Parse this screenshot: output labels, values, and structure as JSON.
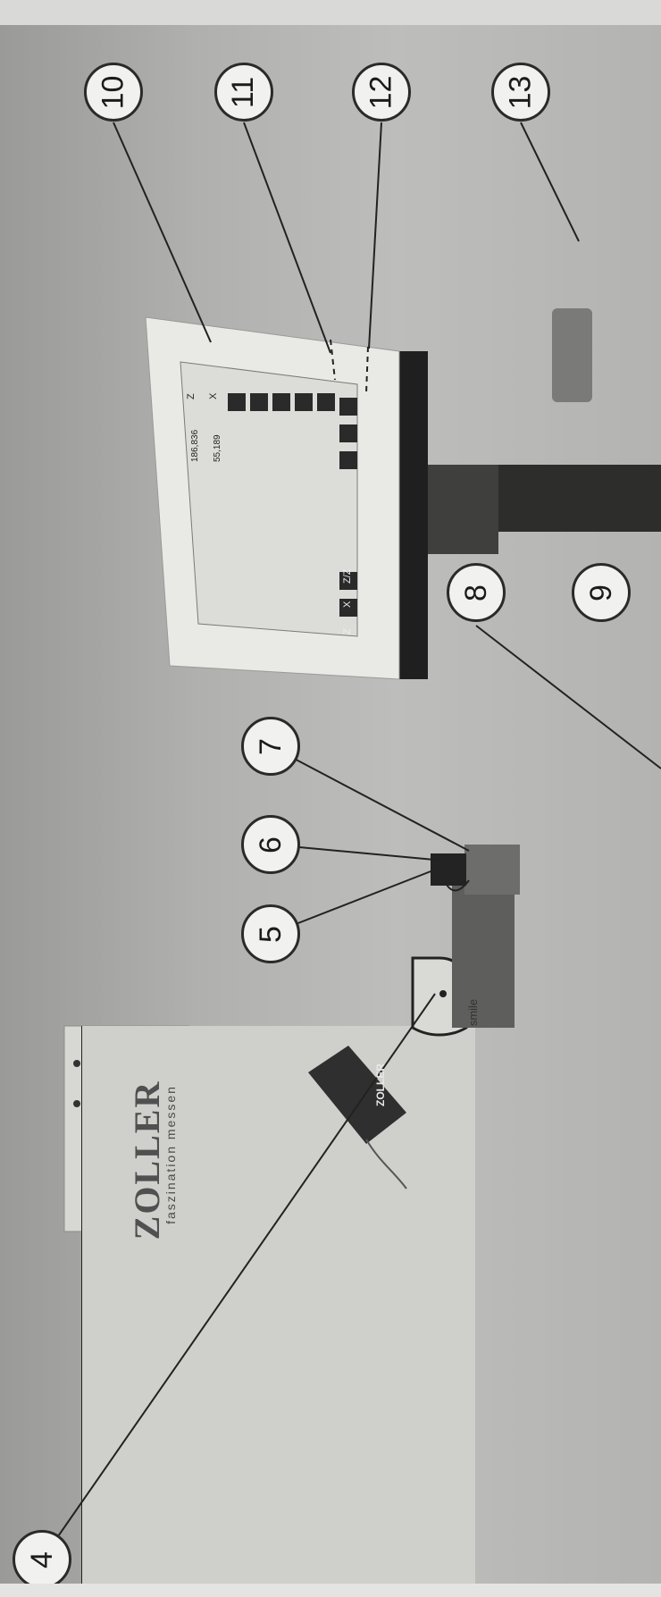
{
  "callouts": [
    {
      "label": "4",
      "target": "instrument-base"
    },
    {
      "label": "5",
      "target": "probe-holder"
    },
    {
      "label": "6",
      "target": "probe-tip"
    },
    {
      "label": "7",
      "target": "probe-head"
    },
    {
      "label": "8",
      "target": "column"
    },
    {
      "label": "9",
      "target": "column-base"
    },
    {
      "label": "10",
      "target": "monitor"
    },
    {
      "label": "11",
      "target": "screen-button"
    },
    {
      "label": "12",
      "target": "screen-button"
    },
    {
      "label": "13",
      "target": "stand"
    }
  ],
  "device": {
    "brand": "ZOLLER",
    "tagline": "faszination messen",
    "badge": "ZOLLER",
    "knob_label": "smile"
  },
  "screen": {
    "axes": [
      "Z",
      "X"
    ],
    "readouts": [
      "186,836",
      "55,189"
    ],
    "toolbar_labels": [
      "Z",
      "X",
      "Z/Z"
    ]
  },
  "colors": {
    "background": "#b4b4b2",
    "outline": "#2a2a2a",
    "callout_fill": "#f1f1ef",
    "dark_metal": "#2b2b2b",
    "panel": "#e6e6e3"
  }
}
